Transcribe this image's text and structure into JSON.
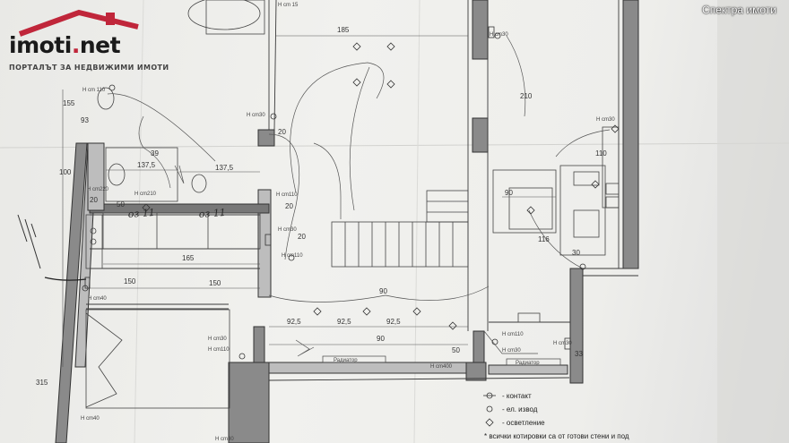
{
  "brand": {
    "logo_main": "imoti",
    "logo_dot": ".",
    "logo_ext": "net",
    "tagline": "ПОРТАЛЪТ ЗА НЕДВИЖИМИ ИМОТИ"
  },
  "watermark": "Спектра имоти",
  "dimensions": {
    "d185_top": "185",
    "d155": "155",
    "d93": "93",
    "d100": "100",
    "d1375_a": "137,5",
    "d1375_b": "137,5",
    "d39": "39",
    "d20_a": "20",
    "d50": "50",
    "d20_b": "20",
    "d20_c": "20",
    "d20_d": "20",
    "d165": "165",
    "d150_a": "150",
    "d150_b": "150",
    "d90_a": "90",
    "d90_b": "90",
    "d925_a": "92,5",
    "d925_b": "92,5",
    "d925_c": "92,5",
    "d50_b": "50",
    "d315": "315",
    "d210": "210",
    "d110": "110",
    "d116": "116",
    "d30": "30",
    "d90_c": "90",
    "d33": "33"
  },
  "heights": {
    "h_15": "H cm 15",
    "h_30_a": "H cm30",
    "h_110_a": "H cm 110",
    "h_30_b": "H cm30",
    "h_220": "H cm220",
    "h_210": "H cm210",
    "h_110_b": "H cm110",
    "h_30_c": "H cm30",
    "h_110_c": "H cm110",
    "h_40_a": "H cm40",
    "h_30_d": "H cm30",
    "h_110_d": "H cm110",
    "h_400": "H cm400",
    "h_30_e": "H cm30",
    "h_40_b": "H cm40",
    "h_110_e": "H cm110",
    "h_30_f": "H cm30",
    "h_30_g": "H cm30",
    "h_30_h": "H cm30"
  },
  "labels": {
    "radiator_a": "Радиатор",
    "radiator_b": "Радиатор"
  },
  "handwriting": {
    "note_a": "оз 11",
    "note_b": "оз 11"
  },
  "legend": {
    "contact": "- контакт",
    "outlet": "- ел. извод",
    "lighting": "- осветление",
    "note": "* всички котировки са от готови стени и под"
  },
  "colors": {
    "wall": "#777777",
    "line": "#3a3a3a",
    "paper": "#efefec",
    "brand_red": "#c0263a"
  }
}
